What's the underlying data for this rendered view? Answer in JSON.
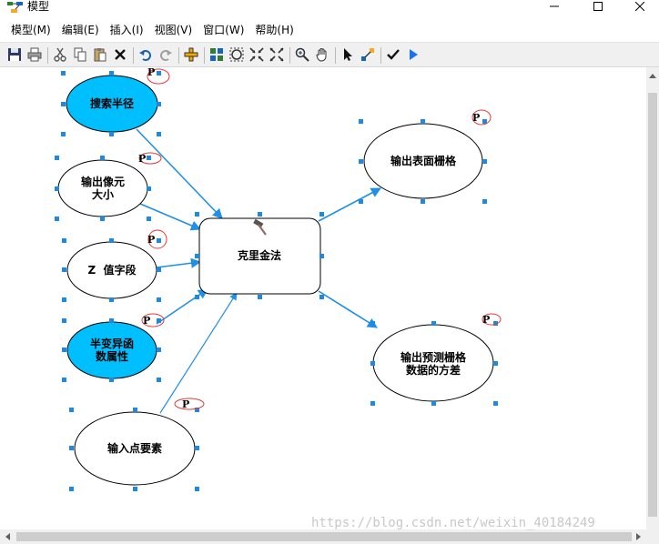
{
  "window": {
    "title": "模型"
  },
  "menu": {
    "items": [
      "模型(M)",
      "编辑(E)",
      "插入(I)",
      "视图(V)",
      "窗口(W)",
      "帮助(H)"
    ]
  },
  "toolbar": {
    "icons": [
      "save-icon",
      "print-icon",
      "cut-icon",
      "copy-icon",
      "paste-icon",
      "delete-icon",
      "undo-icon",
      "redo-icon",
      "add-data-icon",
      "auto-layout-icon",
      "full-extent-icon",
      "zoom-in-fixed-icon",
      "zoom-out-fixed-icon",
      "zoom-icon",
      "pan-icon",
      "select-icon",
      "connect-icon",
      "validate-icon",
      "run-icon"
    ]
  },
  "diagram": {
    "nodes": [
      {
        "id": "search-radius",
        "label_lines": [
          "搜索半径"
        ],
        "shape": "ellipse",
        "fill": "#00bfff"
      },
      {
        "id": "cell-size",
        "label_lines": [
          "输出像元",
          "大小"
        ],
        "shape": "ellipse",
        "fill": "#ffffff"
      },
      {
        "id": "z-field",
        "label_lines": [
          "Z  值字段"
        ],
        "shape": "ellipse",
        "fill": "#ffffff"
      },
      {
        "id": "semivariogram",
        "label_lines": [
          "半变异函",
          "数属性"
        ],
        "shape": "ellipse",
        "fill": "#00bfff"
      },
      {
        "id": "input-points",
        "label_lines": [
          "输入点要素"
        ],
        "shape": "ellipse",
        "fill": "#ffffff"
      },
      {
        "id": "kriging",
        "label_lines": [
          "克里金法"
        ],
        "shape": "rect",
        "fill": "#ffffff"
      },
      {
        "id": "output-surface",
        "label_lines": [
          "输出表面栅格"
        ],
        "shape": "ellipse",
        "fill": "#ffffff"
      },
      {
        "id": "output-variance",
        "label_lines": [
          "输出预测栅格",
          "数据的方差"
        ],
        "shape": "ellipse",
        "fill": "#ffffff"
      }
    ],
    "parameter_marker": "P"
  },
  "watermark": "https://blog.csdn.net/weixin_40184249",
  "colors": {
    "accent": "#00bfff",
    "connector": "#1e90e6",
    "handle": "#1e88e5",
    "p_circle": "#e53935"
  }
}
